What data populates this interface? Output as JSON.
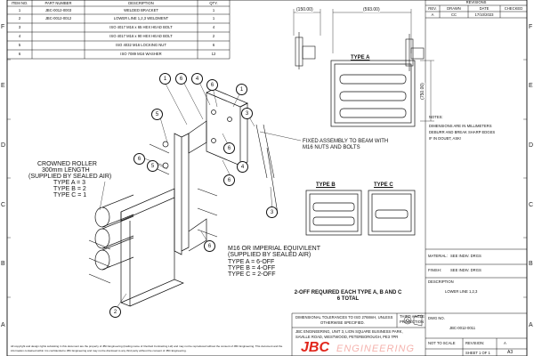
{
  "bom": {
    "headers": [
      "ITEM NO.",
      "PART NUMBER",
      "DESCRIPTION",
      "QTY."
    ],
    "rows": [
      [
        "1",
        "JBC-0012-0003",
        "WELDED BRACKET",
        "1"
      ],
      [
        "2",
        "JBC-0012-0012",
        "LOWER LINE 1,2,3 WELDMENT",
        "1"
      ],
      [
        "3",
        "",
        "ISO 4017 M16 x 65 HEX HEAD BOLT",
        "4"
      ],
      [
        "4",
        "",
        "ISO 4017 M16 x 90 HEX HEAD BOLT",
        "2"
      ],
      [
        "5",
        "",
        "ISO 4032 M16 LOCKING NUT",
        "6"
      ],
      [
        "6",
        "",
        "ISO 7089 M16 WASHER",
        "12"
      ]
    ]
  },
  "revisions": {
    "title": "REVISIONS",
    "headers": [
      "REV.",
      "DRAWN",
      "DATE",
      "CHECKED"
    ],
    "row": [
      "A",
      "CC",
      "17/10/2023",
      ""
    ]
  },
  "zones": {
    "left": [
      "F",
      "E",
      "D",
      "C",
      "B",
      "A"
    ],
    "right": [
      "F",
      "E",
      "D",
      "C",
      "B",
      "A"
    ]
  },
  "dimensions": {
    "width_ref": "(150.00)",
    "length_ref": "(593.00)",
    "height_ref": "(750.00)"
  },
  "views": {
    "type_a": "TYPE A",
    "type_b": "TYPE B",
    "type_c": "TYPE C"
  },
  "callouts": {
    "fixed_assembly": [
      "FIXED ASSEMBLY TO BEAM WITH",
      "M16 NUTS AND BOLTS"
    ],
    "crowned_roller": [
      "CROWNED ROLLER",
      "300mm LENGTH",
      "(SUPPLIED BY SEALED AIR)",
      "TYPE A = 3",
      "TYPE B = 2",
      "TYPE C = 1"
    ],
    "m16": [
      "M16 OR IMPERIAL EQUIVILENT",
      "(SUPPLIED BY SEALED AIR)",
      "TYPE A = 6-OFF",
      "TYPE B = 4-OFF",
      "TYPE C = 2-OFF"
    ]
  },
  "balloons": [
    "1",
    "6",
    "4",
    "6",
    "1",
    "5",
    "6",
    "5",
    "6",
    "3",
    "4",
    "6",
    "6",
    "3",
    "2"
  ],
  "notes": {
    "title": "NOTES:",
    "lines": [
      "DIMENSIONS ARE IN MILLIMETERS",
      "DEBURR AND BREAK SHARP EDGES",
      "IF IN DOUBT, ASK!"
    ]
  },
  "requirement": [
    "2-OFF REQUIRED EACH TYPE A, B AND C",
    "6 TOTAL"
  ],
  "title_block": {
    "material_label": "MATERIAL:",
    "material_value": "SEE INDIV. DRGS",
    "finish_label": "FINISH:",
    "finish_value": "SEE INDIV. DRGS",
    "description_label": "DESCRIPTION",
    "description_value": "LOWER LINE 1,2,3",
    "tolerances": [
      "DIMENSIONAL TOLERANCES TO ISO 2768mH, UNLESS",
      "OTHERWISE SPECIFIED."
    ],
    "projection": [
      "THIRD ANGLE",
      "PROJECTION"
    ],
    "company": [
      "JBC ENGINEERING, UNIT 3, LION SQUARE BUSINESS PARK,",
      "SAVILLE ROAD, WESTWOOD, PETERBOROUGH, PE3 7PR"
    ],
    "dwg_no_label": "DWG NO.",
    "dwg_no_value": "JBC-0012-0011",
    "scale": "NOT TO SCALE",
    "revision_label": "REVISION:",
    "revision_value": "A",
    "sheet": "SHEET 1 OF 1",
    "size": "A3"
  },
  "logo": {
    "main": "JBC",
    "sub": "ENGINEERING"
  },
  "copyright": [
    "All copyright and design rights subsisting in this document are the property of JBC Engineering (trading name of Clenbelt Contracting Ltd) and may not be reproduced without the consent of JBC Engineering. This document and the",
    "information contained within it is confidential to JBC Engineering and may not be disclosed to any third party without the consent of JBC Engineering."
  ],
  "colors": {
    "brand": "#e1261c",
    "line": "#111111"
  }
}
